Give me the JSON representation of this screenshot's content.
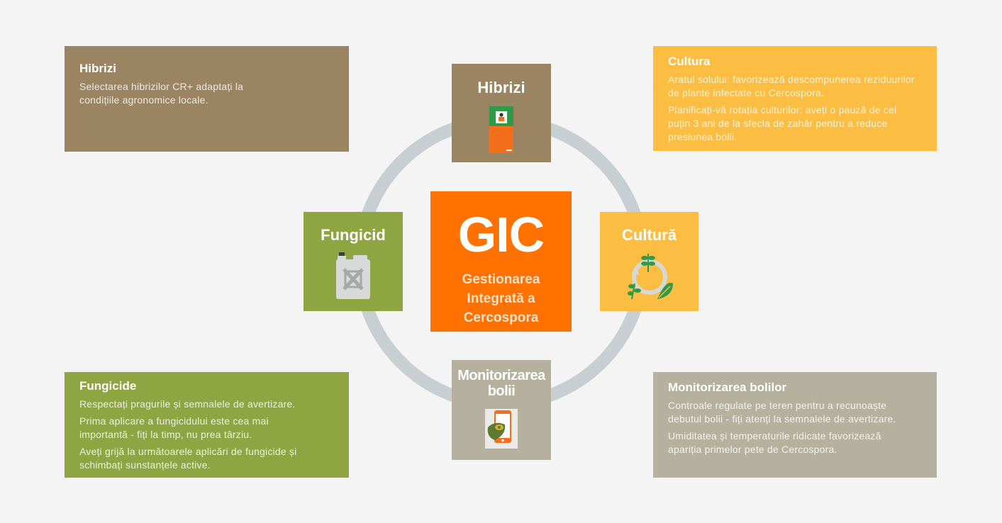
{
  "center": {
    "title": "GIC",
    "subtitle_lines": [
      "Gestionarea",
      "Integrată a",
      "Cercospora"
    ]
  },
  "nodes": {
    "hibrizi": "Hibrizi",
    "fungicid": "Fungicid",
    "cultura": "Cultură",
    "monitorizare_lines": [
      "Monitorizarea",
      "bolii"
    ]
  },
  "boxes": {
    "hibrizi": {
      "title": "Hibrizi",
      "paragraphs": [
        "Selectarea hibrizilor CR+ adaptați la condițiile agronomice locale."
      ]
    },
    "cultura": {
      "title": "Cultura",
      "paragraphs": [
        "Aratul solului: favorizează descompunerea reziduurilor de plante infectate cu Cercospora.",
        "Planificați-vă rotația culturilor: aveți o pauză de cel puțin 3 ani de la sfecla de zahăr  pentru a reduce presiunea bolii."
      ]
    },
    "fungicide": {
      "title": "Fungicide",
      "paragraphs": [
        "Respectați pragurile și semnalele de avertizare.",
        "Prima aplicare a fungicidului este cea mai importantă - fiți la timp, nu prea târziu.",
        "Aveți grijă la următoarele aplicări de fungicide și schimbați sunstanțele active."
      ]
    },
    "monitorizare": {
      "title": "Monitorizarea bolilor",
      "paragraphs": [
        "Controale regulate pe teren pentru a recunoaște debutul bolii - fiți atenți la semnalele de avertizare.",
        "Umiditatea și temperaturile ridicate favorizează apariția primelor pete de Cercospora."
      ]
    }
  },
  "colors": {
    "brown": "#9a8462",
    "yellow": "#fbbd42",
    "green": "#8fa542",
    "grey": "#b6b09e",
    "orange": "#ff7100",
    "ring": "#c8cfd2"
  }
}
